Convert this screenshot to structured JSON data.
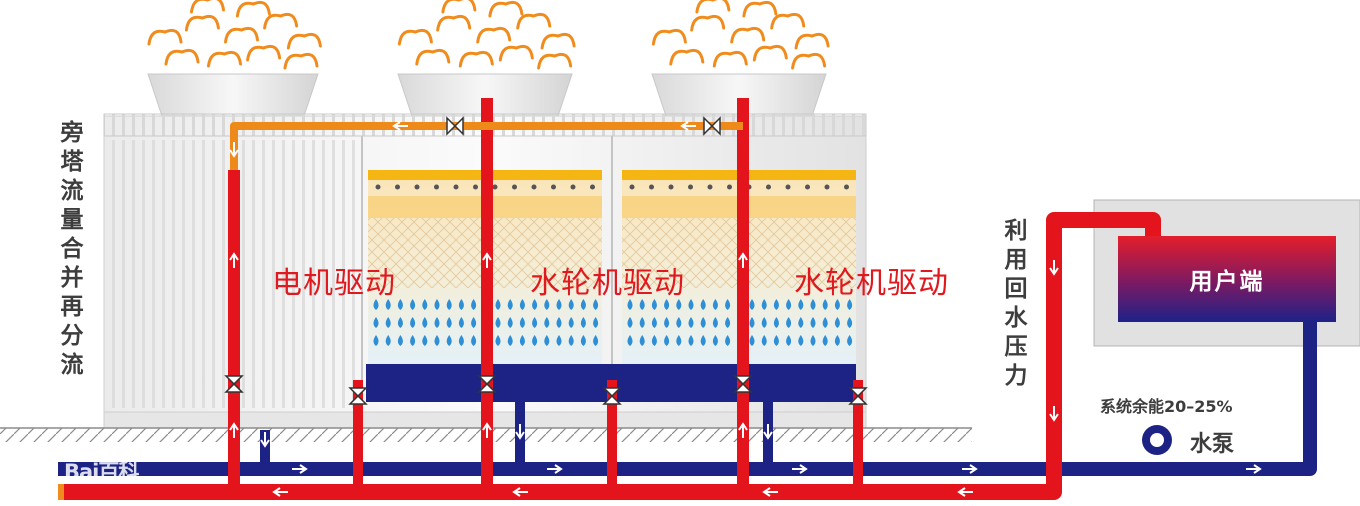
{
  "bypass_label": "旁塔流量合并再分流",
  "return_pressure_label": "利用回水压力",
  "tower_drives": [
    "电机驱动",
    "水轮机驱动",
    "水轮机驱动"
  ],
  "user_end_label": "用户端",
  "system_energy_label": "系统余能20–25%",
  "pump_label": "水泵",
  "watermark": "Bai百科",
  "colors": {
    "hot_pipe": "#e3141b",
    "cold_pipe": "#1d2384",
    "bypass_pipe": "#ee8a1a",
    "steam": "#f08c1e",
    "water_drop": "#2f8fd6",
    "label_red": "#e0191e",
    "label_gray": "#3d3d3d"
  }
}
